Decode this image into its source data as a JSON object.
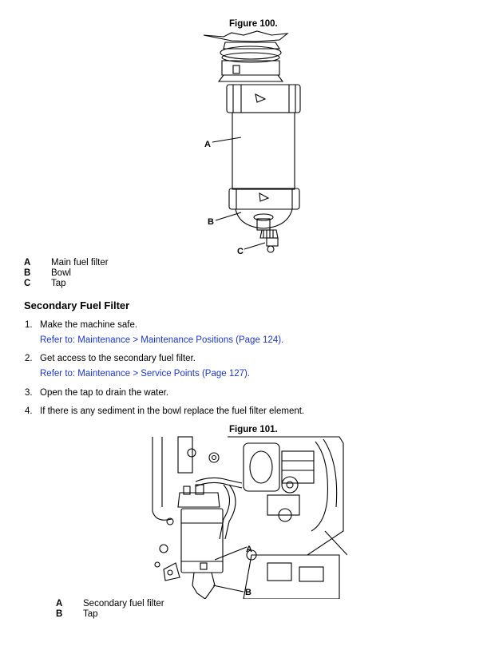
{
  "figure1": {
    "title": "Figure 100.",
    "callouts": [
      "A",
      "B",
      "C"
    ],
    "legend": [
      {
        "key": "A",
        "text": "Main fuel filter"
      },
      {
        "key": "B",
        "text": "Bowl"
      },
      {
        "key": "C",
        "text": "Tap"
      }
    ]
  },
  "section": {
    "title": "Secondary Fuel Filter",
    "steps": [
      {
        "num": "1.",
        "text": "Make the machine safe.",
        "ref": "Refer to: Maintenance > Maintenance Positions (Page 124)."
      },
      {
        "num": "2.",
        "text": "Get access to the secondary fuel filter.",
        "ref": "Refer to: Maintenance > Service Points (Page 127)."
      },
      {
        "num": "3.",
        "text": "Open the tap to drain the water."
      },
      {
        "num": "4.",
        "text": "If there is any sediment in the bowl replace the fuel filter element."
      }
    ]
  },
  "figure2": {
    "title": "Figure 101.",
    "callouts": [
      "A",
      "B"
    ],
    "legend": [
      {
        "key": "A",
        "text": "Secondary fuel filter"
      },
      {
        "key": "B",
        "text": "Tap"
      }
    ]
  }
}
